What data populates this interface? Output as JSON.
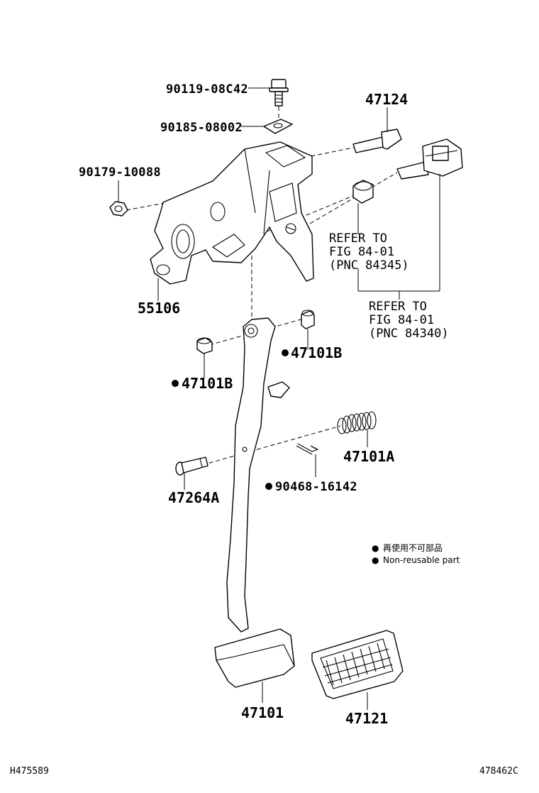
{
  "labels": {
    "bolt": "90119-08C42",
    "nut_clip": "90185-08002",
    "nut": "90179-10088",
    "bracket": "55106",
    "pin_shaft": "47124",
    "bushing_right": "47101B",
    "bushing_left": "47101B",
    "spring": "47101A",
    "clip": "90468-16142",
    "pin": "47264A",
    "pedal": "47101",
    "pad": "47121"
  },
  "refs": [
    {
      "line1": "REFER TO",
      "line2": "FIG 84-01",
      "line3": "(PNC 84345)"
    },
    {
      "line1": "REFER TO",
      "line2": "FIG 84-01",
      "line3": "(PNC 84340)"
    }
  ],
  "legend": {
    "bullet": "●",
    "jp": "再使用不可部品",
    "en": "Non-reusable part"
  },
  "footer": {
    "left": "H475589",
    "right": "478462C"
  }
}
